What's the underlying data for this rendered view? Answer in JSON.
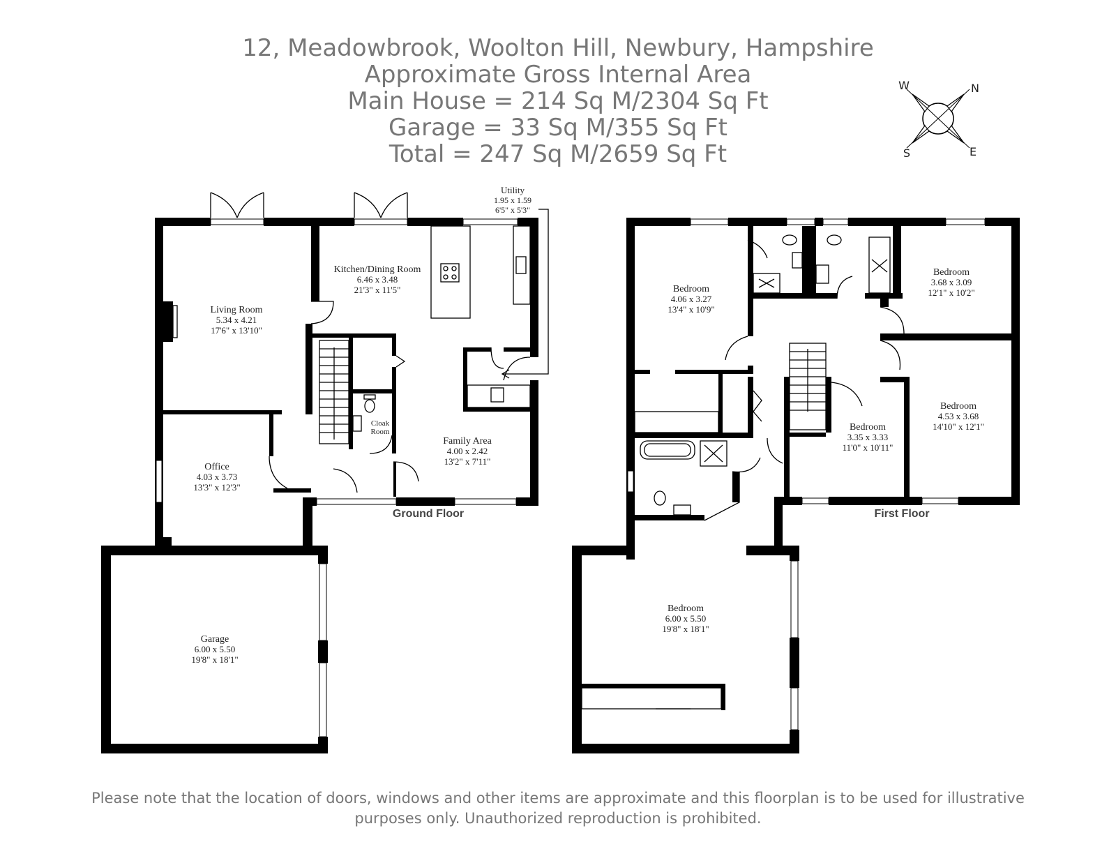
{
  "header": {
    "address": "12, Meadowbrook, Woolton Hill, Newbury, Hampshire",
    "area_title": "Approximate Gross Internal Area",
    "main_house": "Main House = 214 Sq M/2304 Sq Ft",
    "garage": "Garage = 33 Sq M/355 Sq Ft",
    "total": "Total = 247 Sq M/2659 Sq Ft"
  },
  "compass": {
    "w": "W",
    "n": "N",
    "s": "S",
    "e": "E"
  },
  "floors": {
    "ground": "Ground Floor",
    "first": "First Floor"
  },
  "rooms": {
    "living": {
      "name": "Living Room",
      "metric": "5.34 x 4.21",
      "imperial": "17'6\" x 13'10\""
    },
    "kitchen": {
      "name": "Kitchen/Dining Room",
      "metric": "6.46 x 3.48",
      "imperial": "21'3\" x 11'5\""
    },
    "utility": {
      "name": "Utility",
      "metric": "1.95 x 1.59",
      "imperial": "6'5\" x 5'3\""
    },
    "cloak": {
      "name1": "Cloak",
      "name2": "Room"
    },
    "family": {
      "name": "Family Area",
      "metric": "4.00 x 2.42",
      "imperial": "13'2\" x 7'11\""
    },
    "office": {
      "name": "Office",
      "metric": "4.03 x 3.73",
      "imperial": "13'3\" x 12'3\""
    },
    "garage": {
      "name": "Garage",
      "metric": "6.00 x 5.50",
      "imperial": "19'8\" x 18'1\""
    },
    "bed1": {
      "name": "Bedroom",
      "metric": "4.06 x 3.27",
      "imperial": "13'4\" x 10'9\""
    },
    "bed2": {
      "name": "Bedroom",
      "metric": "3.68 x 3.09",
      "imperial": "12'1\" x 10'2\""
    },
    "bed3": {
      "name": "Bedroom",
      "metric": "3.35 x 3.33",
      "imperial": "11'0\" x 10'11\""
    },
    "bed4": {
      "name": "Bedroom",
      "metric": "4.53 x 3.68",
      "imperial": "14'10\" x 12'1\""
    },
    "bed5": {
      "name": "Bedroom",
      "metric": "6.00 x 5.50",
      "imperial": "19'8\" x 18'1\""
    }
  },
  "footer": {
    "line1": "Please note that the location of doors, windows and other items are approximate and this floorplan is to be used for illustrative",
    "line2": "purposes only. Unauthorized reproduction is prohibited."
  }
}
